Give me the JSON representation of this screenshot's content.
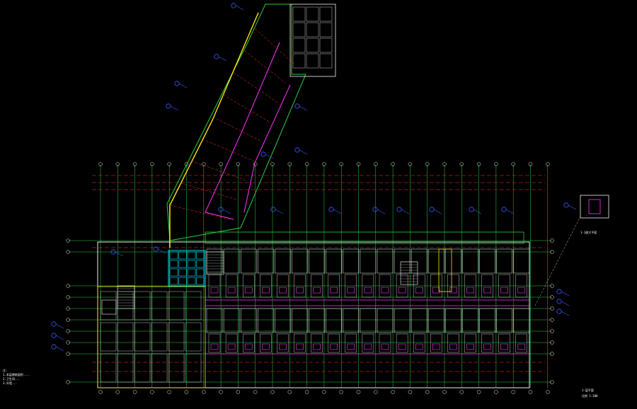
{
  "drawing": {
    "canvas_color": "#000000",
    "palette": {
      "axis": "#2ecc40",
      "grid_line": "#ff3030",
      "wall": "#f0f0f0",
      "wall_accent": "#ffe600",
      "corridor": "#ff33ff",
      "stair": "#00d7ff",
      "callout": "#3a5bff",
      "frame": "#ffe600"
    },
    "notes_block": {
      "lines": [
        "注:",
        "1.本层建筑面积....",
        "2.卫生间...",
        "3.外墙..."
      ]
    },
    "legend_bottom_right": [
      "1-层平面",
      "比例 1:100"
    ],
    "inset_label": "1-1放大平面"
  }
}
